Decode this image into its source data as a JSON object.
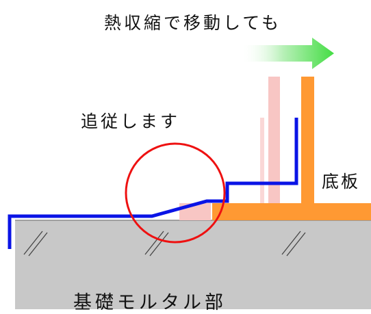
{
  "labels": {
    "top_caption": "熱収縮で移動しても",
    "follow_caption": "追従します",
    "base_plate": "底板",
    "mortar": "基礎モルタル部"
  },
  "colors": {
    "foundation": "#c8c8c8",
    "base_plate": "#ff9933",
    "ghost_plate": "#f8c6c4",
    "seal_line": "#0a14e6",
    "highlight_circle": "#ee1111",
    "arrow_start": "#ffffff",
    "arrow_end": "#44dd44",
    "text": "#111111"
  },
  "icons": {
    "movement": "arrow-right-icon",
    "highlight": "circle-highlight"
  }
}
